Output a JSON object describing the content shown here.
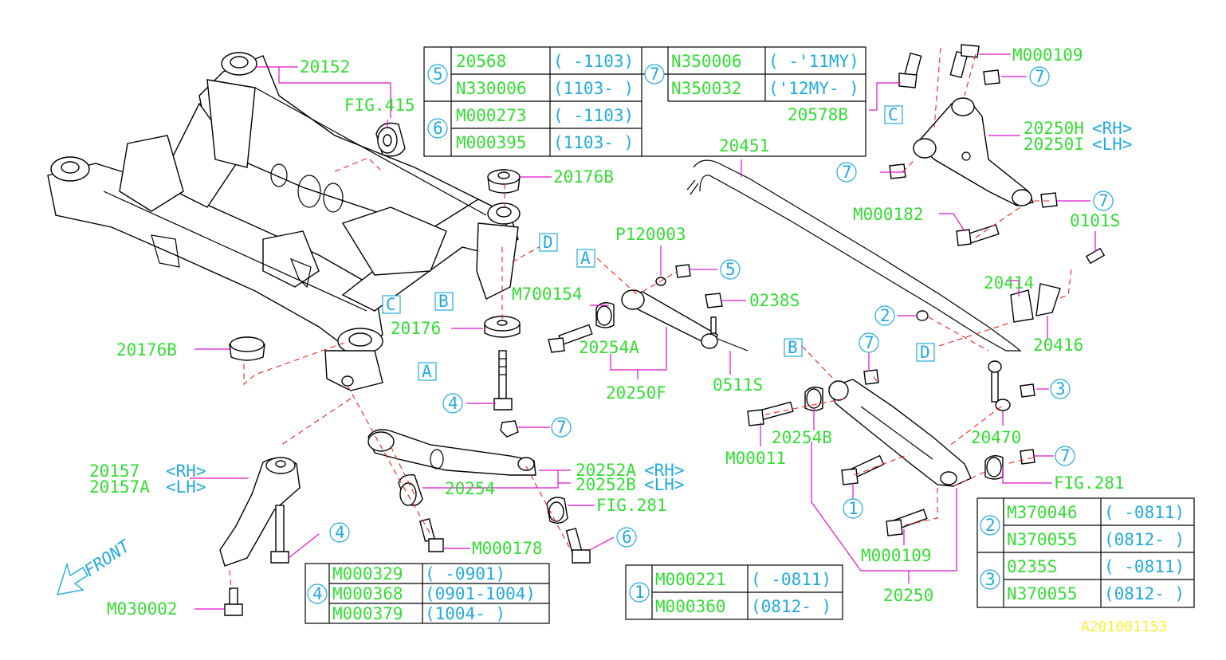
{
  "labels": {
    "p20152": "20152",
    "fig415": "FIG.415",
    "p20176B_top": "20176B",
    "p20176B_left": "20176B",
    "p20176": "20176",
    "p20157": "20157 ",
    "p20157_rh": "<RH>",
    "p20157A": "20157A",
    "p20157A_lh": "<LH>",
    "m030002": "M030002",
    "m000178": "M000178",
    "p20254_lower": "20254",
    "p20252A": "20252A",
    "p20252A_rh": "<RH>",
    "p20252B": "20252B",
    "p20252B_lh": "<LH>",
    "fig281_mid": "FIG.281",
    "p120003": "P120003",
    "m700154": "M700154",
    "p20254A": "20254A",
    "p20250F": "20250F",
    "p0238S": "0238S",
    "p0511S": "0511S",
    "p20451": "20451",
    "m000109_top": "M000109",
    "p20578B": "20578B",
    "p20250H": "20250H",
    "p20250H_rh": "<RH>",
    "p20250I": "20250I",
    "p20250I_lh": "<LH>",
    "m000182": "M000182",
    "p0101S": "0101S",
    "p20414": "20414",
    "p20416": "20416",
    "p20470": "20470",
    "fig281_right": "FIG.281",
    "m00011": "M00011",
    "p20254B": "20254B",
    "m000109_bot": "M000109",
    "p20250": "20250",
    "front": "FRONT",
    "diagram_id": "A201001153"
  },
  "refs": {
    "A": "A",
    "B": "B",
    "C": "C",
    "D": "D",
    "n1": "1",
    "n2": "2",
    "n3": "3",
    "n4": "4",
    "n5": "5",
    "n6": "6",
    "n7": "7"
  },
  "table_5_6_7": {
    "row1": {
      "group": "5",
      "part": "20568",
      "range": "( -1103)",
      "group2": "7",
      "part2": "N350006",
      "range2": "( -'11MY)"
    },
    "row2": {
      "part": "N330006",
      "range": "(1103- )",
      "part2": "N350032",
      "range2": "('12MY- )"
    },
    "row3": {
      "group": "6",
      "part": "M000273",
      "range": "( -1103)"
    },
    "row4": {
      "part": "M000395",
      "range": "(1103- )"
    }
  },
  "table_4": {
    "group": "4",
    "rows": [
      {
        "part": "M000329",
        "range": "( -0901)"
      },
      {
        "part": "M000368",
        "range": "(0901-1004)"
      },
      {
        "part": "M000379",
        "range": "(1004- )"
      }
    ]
  },
  "table_1": {
    "group": "1",
    "rows": [
      {
        "part": "M000221",
        "range": "( -0811)"
      },
      {
        "part": "M000360",
        "range": "(0812- )"
      }
    ]
  },
  "table_2_3": {
    "row1": {
      "group": "2",
      "part": "M370046",
      "range": "( -0811)"
    },
    "row2": {
      "part": "N370055",
      "range": "(0812- )"
    },
    "row3": {
      "group": "3",
      "part": "0235S",
      "range": "( -0811)"
    },
    "row4": {
      "part": "N370055",
      "range": "(0812- )"
    }
  },
  "colors": {
    "part_number": "#33dd33",
    "reference": "#22aadd",
    "leader": "#dd11cc",
    "hidden_line": "#ee2222",
    "diagram_id": "#ffee33"
  }
}
